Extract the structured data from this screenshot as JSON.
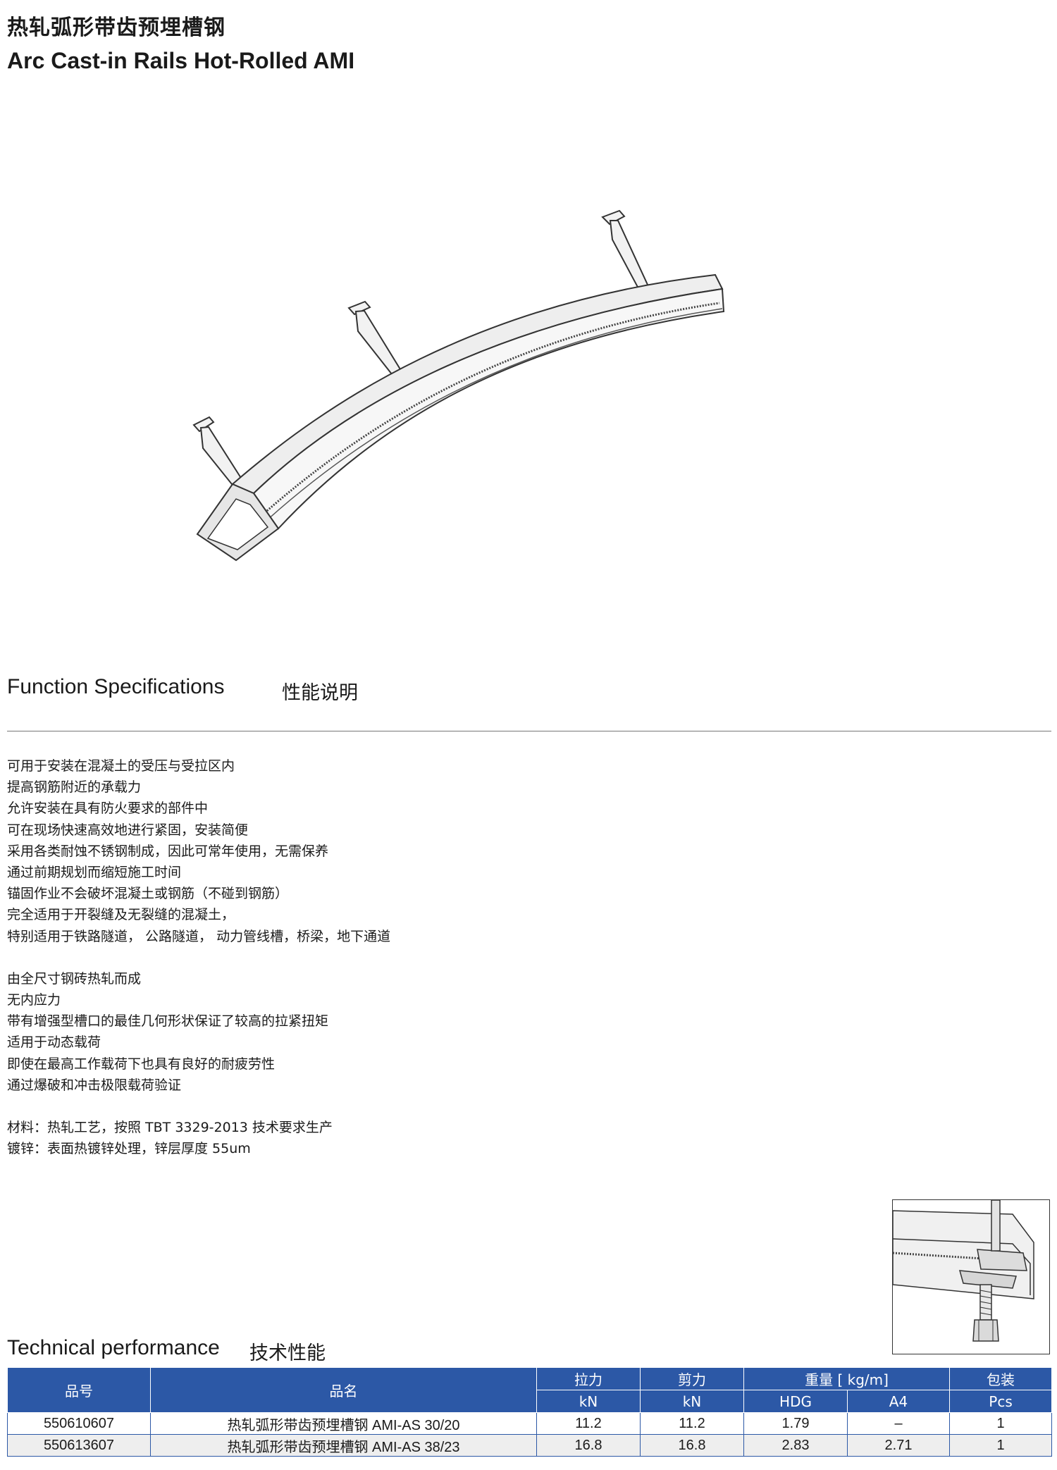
{
  "header": {
    "title_cn": "热轧弧形带齿预埋槽钢",
    "title_en": "Arc Cast-in Rails  Hot-Rolled AMI"
  },
  "function_section": {
    "heading_en": "Function Specifications",
    "heading_cn": "性能说明",
    "group1": [
      "可用于安装在混凝土的受压与受拉区内",
      "提高钢筋附近的承载力",
      "允许安装在具有防火要求的部件中",
      "可在现场快速高效地进行紧固，安装简便",
      "采用各类耐蚀不锈钢制成，因此可常年使用，无需保养",
      "通过前期规划而缩短施工时间",
      "锚固作业不会破坏混凝土或钢筋（不碰到钢筋）",
      "完全适用于开裂缝及无裂缝的混凝土，",
      "特别适用于铁路隧道， 公路隧道， 动力管线槽，桥梁，地下通道"
    ],
    "group2": [
      "由全尺寸钢砖热轧而成",
      "无内应力",
      "带有增强型槽口的最佳几何形状保证了较高的拉紧扭矩",
      "适用于动态载荷",
      "即使在最高工作载荷下也具有良好的耐疲劳性",
      "通过爆破和冲击极限载荷验证"
    ],
    "group3": [
      "材料：热轧工艺，按照 TBT 3329-2013 技术要求生产",
      "镀锌：表面热镀锌处理，锌层厚度 55um"
    ]
  },
  "technical_section": {
    "heading_en": "Technical performance",
    "heading_cn": "技术性能",
    "columns": {
      "code": "品号",
      "name": "品名",
      "tension": "拉力",
      "shear": "剪力",
      "weight": "重量 [ kg/m]",
      "package": "包装"
    },
    "units": {
      "tension": "kN",
      "shear": "kN",
      "hdg": "HDG",
      "a4": "A4",
      "package": "Pcs"
    },
    "rows": [
      {
        "code": "550610607",
        "name": "热轧弧形带齿预埋槽钢 AMI-AS  30/20",
        "tension": "11.2",
        "shear": "11.2",
        "hdg": "1.79",
        "a4": "–",
        "package": "1"
      },
      {
        "code": "550613607",
        "name": "热轧弧形带齿预埋槽钢 AMI-AS  38/23",
        "tension": "16.8",
        "shear": "16.8",
        "hdg": "2.83",
        "a4": "2.71",
        "package": "1"
      }
    ]
  },
  "colors": {
    "table_header": "#2c58a6",
    "row_alt": "#eeeeee"
  }
}
